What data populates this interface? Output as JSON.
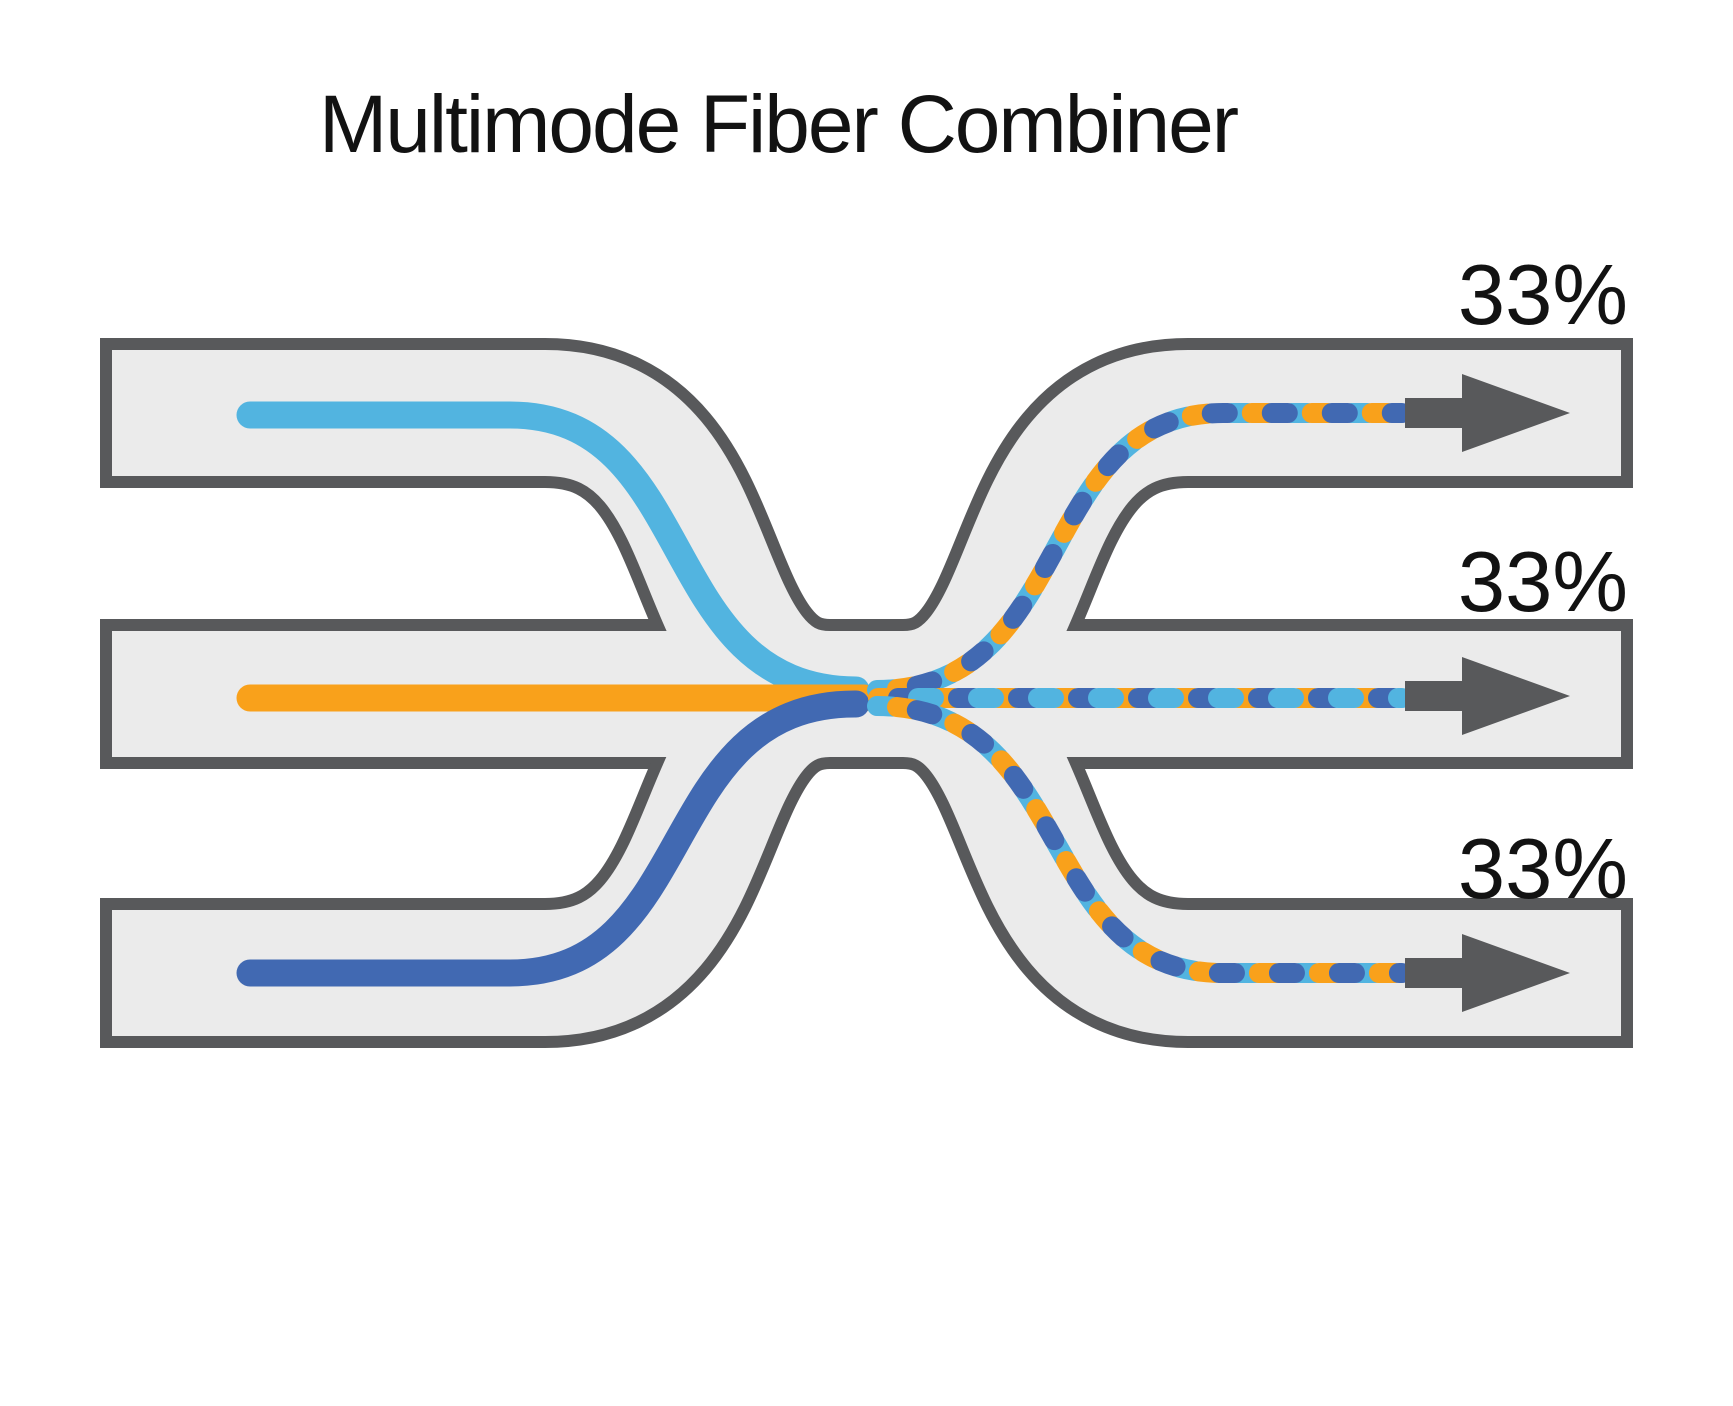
{
  "title": "Multimode Fiber Combiner",
  "diagram": {
    "description": "Three input fibers combine at a tapered waist and split into three equal outputs",
    "inputs": [
      {
        "id": "top",
        "fiber_color_name": "light-blue"
      },
      {
        "id": "middle",
        "fiber_color_name": "orange"
      },
      {
        "id": "bottom",
        "fiber_color_name": "dark-blue"
      }
    ],
    "outputs": [
      {
        "id": "top",
        "label": "33%"
      },
      {
        "id": "middle",
        "label": "33%"
      },
      {
        "id": "bottom",
        "label": "33%"
      }
    ],
    "colors": {
      "outline": "#58595B",
      "tube_fill": "#EBEBEB",
      "arrow": "#58595B",
      "light_blue": "#52B4E0",
      "orange": "#F9A11B",
      "dark_blue": "#4169B2",
      "text": "#121212"
    }
  }
}
